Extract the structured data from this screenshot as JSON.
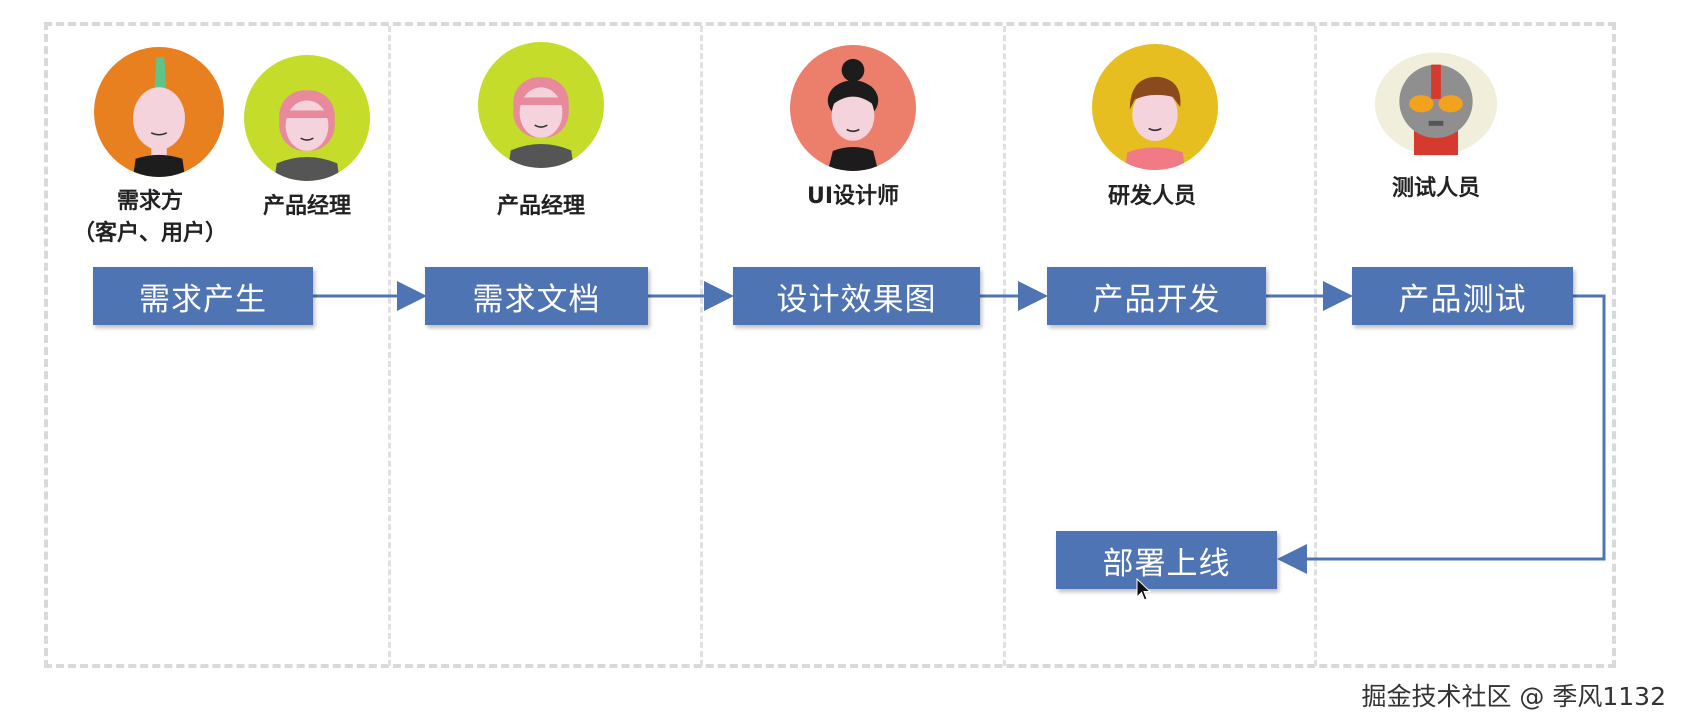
{
  "roles": {
    "client": "需求方",
    "client_sub": "（客户、用户）",
    "pm_a": "产品经理",
    "pm_b": "产品经理",
    "ui": "UI设计师",
    "dev": "研发人员",
    "qa": "测试人员"
  },
  "steps": {
    "s1": "需求产生",
    "s2": "需求文档",
    "s3": "设计效果图",
    "s4": "产品开发",
    "s5": "产品测试",
    "s6": "部署上线"
  },
  "watermark": "掘金技术社区 @ 季风1132",
  "colors": {
    "step_fill": "#4f74b3",
    "arrow": "#4f74b3"
  },
  "icons": [
    "avatar-client-icon",
    "avatar-pm-icon",
    "avatar-ui-designer-icon",
    "avatar-developer-icon",
    "avatar-tester-robot-icon",
    "cursor-arrow-icon"
  ]
}
